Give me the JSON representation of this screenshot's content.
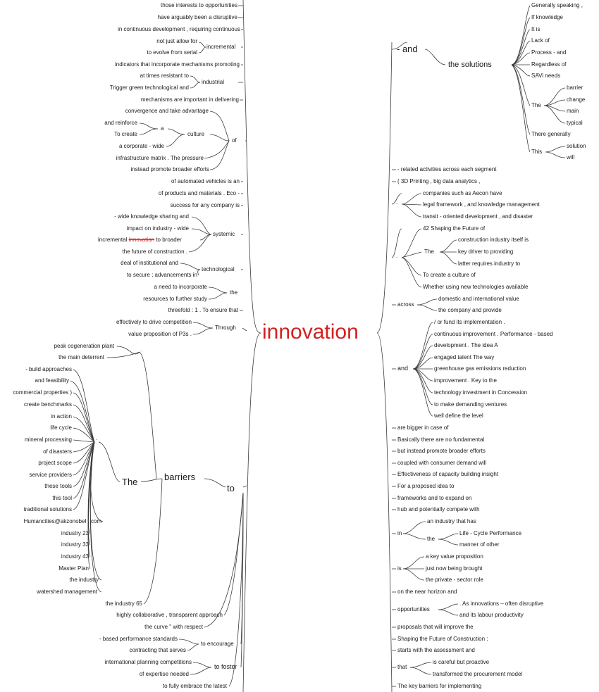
{
  "root": {
    "label": "innovation",
    "color": "#d42020"
  },
  "left": {
    "leaves": [
      "those interests to opportunities",
      "have arguably been a disruptive",
      "in continuous development , requiring continuous",
      "not just allow for",
      "to evolve from serial",
      "indicators that incorporate mechanisms promoting",
      "at times resistant to",
      "Trigger green technological and",
      "mechanisms are important in delivering",
      "convergence and take advantage",
      "and reinforce",
      "To create",
      "a corporate - wide",
      "infrastructure matrix . The pressure",
      "instead promote broader efforts",
      "of automated vehicles is an",
      "of products and materials . Eco -",
      "success for any company is",
      "- wide knowledge sharing and",
      "impact on industry - wide",
      "incremental",
      "to broader",
      "the future of construction .",
      "deal of institutional and",
      "to secure ; advancements in",
      "a need to incorporate",
      "resources to further study",
      "threefold : 1 . To ensure that",
      "effectively to drive competition",
      "value proposition of P3s ."
    ],
    "highlight_word": "innovation",
    "branches": {
      "incremental": "incremental",
      "industrial": "industrial",
      "a": "a",
      "culture": "culture",
      "of": "of",
      "systemic": "systemic",
      "technological": "technological",
      "the": "the",
      "through": "Through"
    }
  },
  "barriers": {
    "leaves": [
      "peak cogeneration plant",
      "the main deterrent",
      "- build approaches",
      "and feasibility",
      "commercial properties )",
      "create benchmarks",
      "in action",
      "life cycle",
      "mineral processing",
      "of disasters",
      "project scope",
      "service providers",
      "these tools",
      "this tool",
      "traditional solutions",
      "Humancities@akzonobel . com",
      "industry 23",
      "industry 33",
      "industry 43",
      "Master Plan",
      "the industry",
      "watershed management"
    ],
    "dot1": ".",
    "dot2": ".",
    "the": "The",
    "barriers": "barriers",
    "to": "to",
    "to_leaves": [
      "the industry 65",
      "highly collaborative , transparent approach",
      "the curve \" with respect",
      "- based performance standards",
      "contracting that serves",
      "international planning competitions",
      "of expertise needed",
      "to fully embrace the latest"
    ],
    "to_encourage": "to encourage",
    "to_foster": "to foster"
  },
  "right_top": {
    "and": "- and",
    "solutions": "the solutions",
    "leaves": [
      "Generally speaking ,",
      "If knowledge",
      "It is",
      "Lack of",
      "Process - and",
      "Regardless of",
      "SAVi needs"
    ],
    "the": "The",
    "the_leaves": [
      "barrier",
      "change",
      "main",
      "typical"
    ],
    "there_generally": "There generally",
    "this": "This",
    "this_leaves": [
      "solution",
      "will"
    ]
  },
  "right": {
    "items": [
      "- related activities across each segment",
      "( 3D Printing , big data analytics ,",
      "are bigger in case of",
      "Basically there are no fundamental",
      "but instead promote broader efforts",
      "coupled with consumer demand will",
      "Effectiveness of capacity building insight",
      "For a proposed idea to",
      "frameworks and to expand on",
      "hub and potentially compete with",
      "on the near horizon and",
      "proposals that will improve the",
      "Shaping the Future of Construction :",
      "starts with the assessment and",
      "The key barriers for implementing"
    ],
    "dot_leaves": [
      "companies such as Aecon have",
      "legal framework , and knowledge management",
      "transit - oriented development , and disaster"
    ],
    "dot": ".",
    "dot2": ".",
    "dot2_leaves": [
      "42 Shaping the Future of"
    ],
    "the": "The",
    "the_leaves": [
      "construction industry itself is",
      "key driver to providing",
      "latter requires industry to"
    ],
    "dot2_tail": [
      "To create a culture of",
      "Whether using new technologies available"
    ],
    "across": "across",
    "across_leaves": [
      "domestic and international value",
      "the company and provide"
    ],
    "and": "and",
    "and_leaves": [
      "/ or fund its implementation .",
      "continuous improvement . Performance - based",
      "development . The idea A",
      "engaged talent The way",
      "greenhouse gas emissions reduction",
      "improvement . Key to the",
      "technology investment in Concession",
      "to make demanding ventures",
      "well define the level"
    ],
    "in": "in",
    "in_leaf": "an industry that has",
    "the2": "the",
    "the2_leaves": [
      "Life - Cycle Performance",
      "manner of other"
    ],
    "is": "is",
    "is_leaves": [
      "a key value proposition",
      "just now being brought",
      "the private - sector role"
    ],
    "opportunities": "opportunities",
    "opp_leaves": [
      ". As innovations – often disruptive",
      "and its labour productivity"
    ],
    "that": "that",
    "that_leaves": [
      "is careful but proactive",
      "transformed the procurement model"
    ]
  }
}
